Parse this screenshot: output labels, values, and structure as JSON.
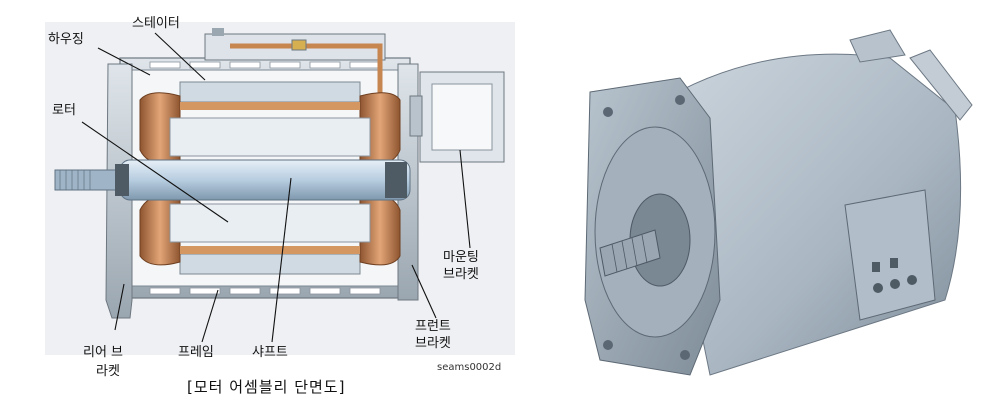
{
  "left_figure": {
    "labels": {
      "housing": "하우징",
      "stator": "스테이터",
      "rotor": "로터",
      "mounting_bracket_line1": "마운팅",
      "mounting_bracket_line2": "브라켓",
      "front_bracket_line1": "프런트",
      "front_bracket_line2": "브라켓",
      "rear_bracket_line1": "리어 브",
      "rear_bracket_line2": "라켓",
      "frame": "프레임",
      "shaft": "샤프트"
    },
    "code": "seams0002d",
    "caption": "[모터 어셈블리 단면도]"
  },
  "colors": {
    "background": "#ffffff",
    "cutaway_bg": "#eef0f3",
    "metal": "#b9c3cc",
    "metal_dark": "#7c8892",
    "copper": "#c7854f",
    "shaft": "#b7cde0",
    "motor_body": "#a9b6c2"
  }
}
